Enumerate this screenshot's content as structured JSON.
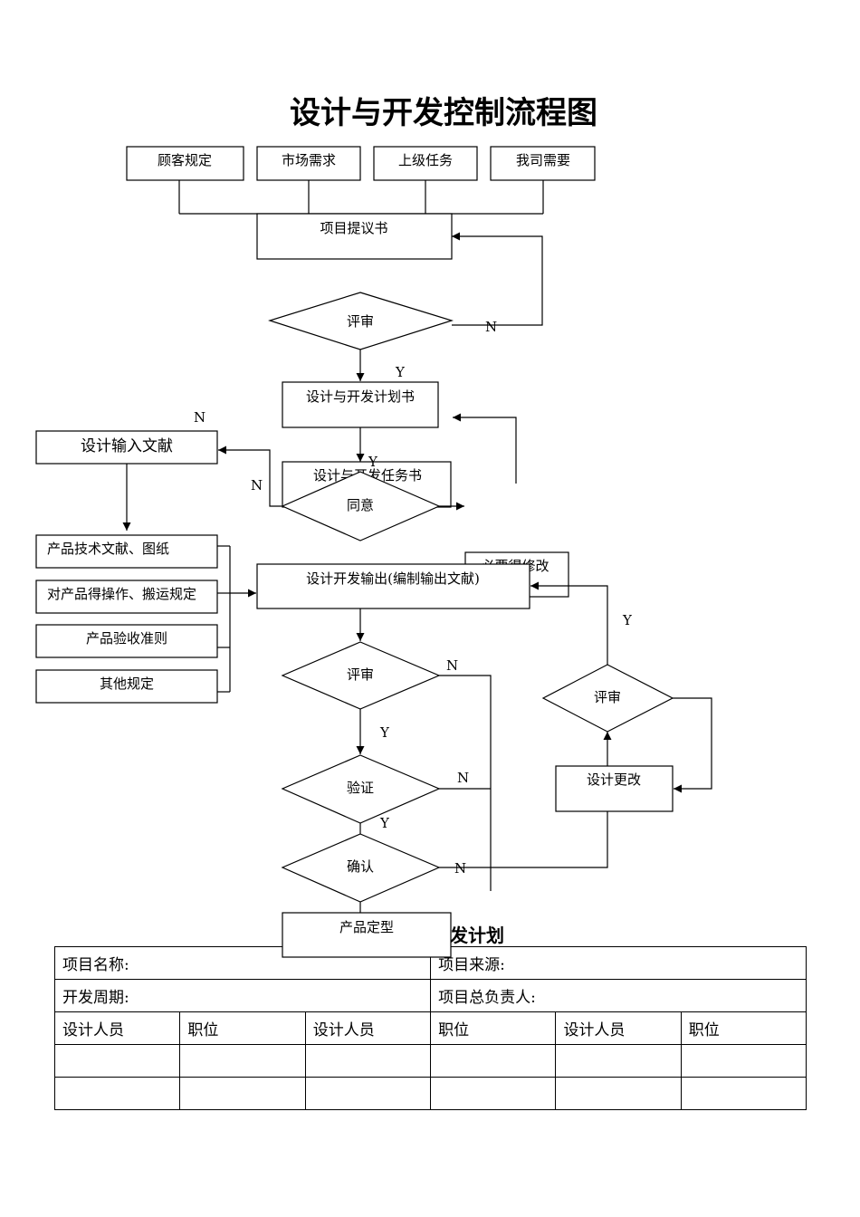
{
  "title": "设计与开发控制流程图",
  "sources": [
    "顾客规定",
    "市场需求",
    "上级任务",
    "我司需要"
  ],
  "boxes": {
    "proposal": "项目提议书",
    "plan": "设计与开发计划书",
    "input_doc": "设计输入文献",
    "task": "设计与开发任务书",
    "output": "设计开发输出(编制输出文献)",
    "modify": "必要得修改",
    "change": "设计更改",
    "finalize": "产品定型"
  },
  "inputs": [
    "产品技术文献、图纸",
    "对产品得操作、搬运规定",
    "产品验收准则",
    "其他规定"
  ],
  "decisions": {
    "review1": "评审",
    "agree": "同意",
    "review2": "评审",
    "verify": "验证",
    "confirm": "确认",
    "review3": "评审"
  },
  "labels": {
    "yes": "Y",
    "no": "N"
  },
  "overlap_title_fragment": "发计划",
  "table": {
    "project_name": "项目名称:",
    "project_source": "项目来源:",
    "dev_period": "开发周期:",
    "project_lead": "项目总负责人:",
    "headers": [
      "设计人员",
      "职位",
      "设计人员",
      "职位",
      "设计人员",
      "职位"
    ],
    "empty_rows": [
      [
        "",
        "",
        "",
        "",
        "",
        ""
      ],
      [
        "",
        "",
        "",
        "",
        "",
        ""
      ]
    ]
  }
}
